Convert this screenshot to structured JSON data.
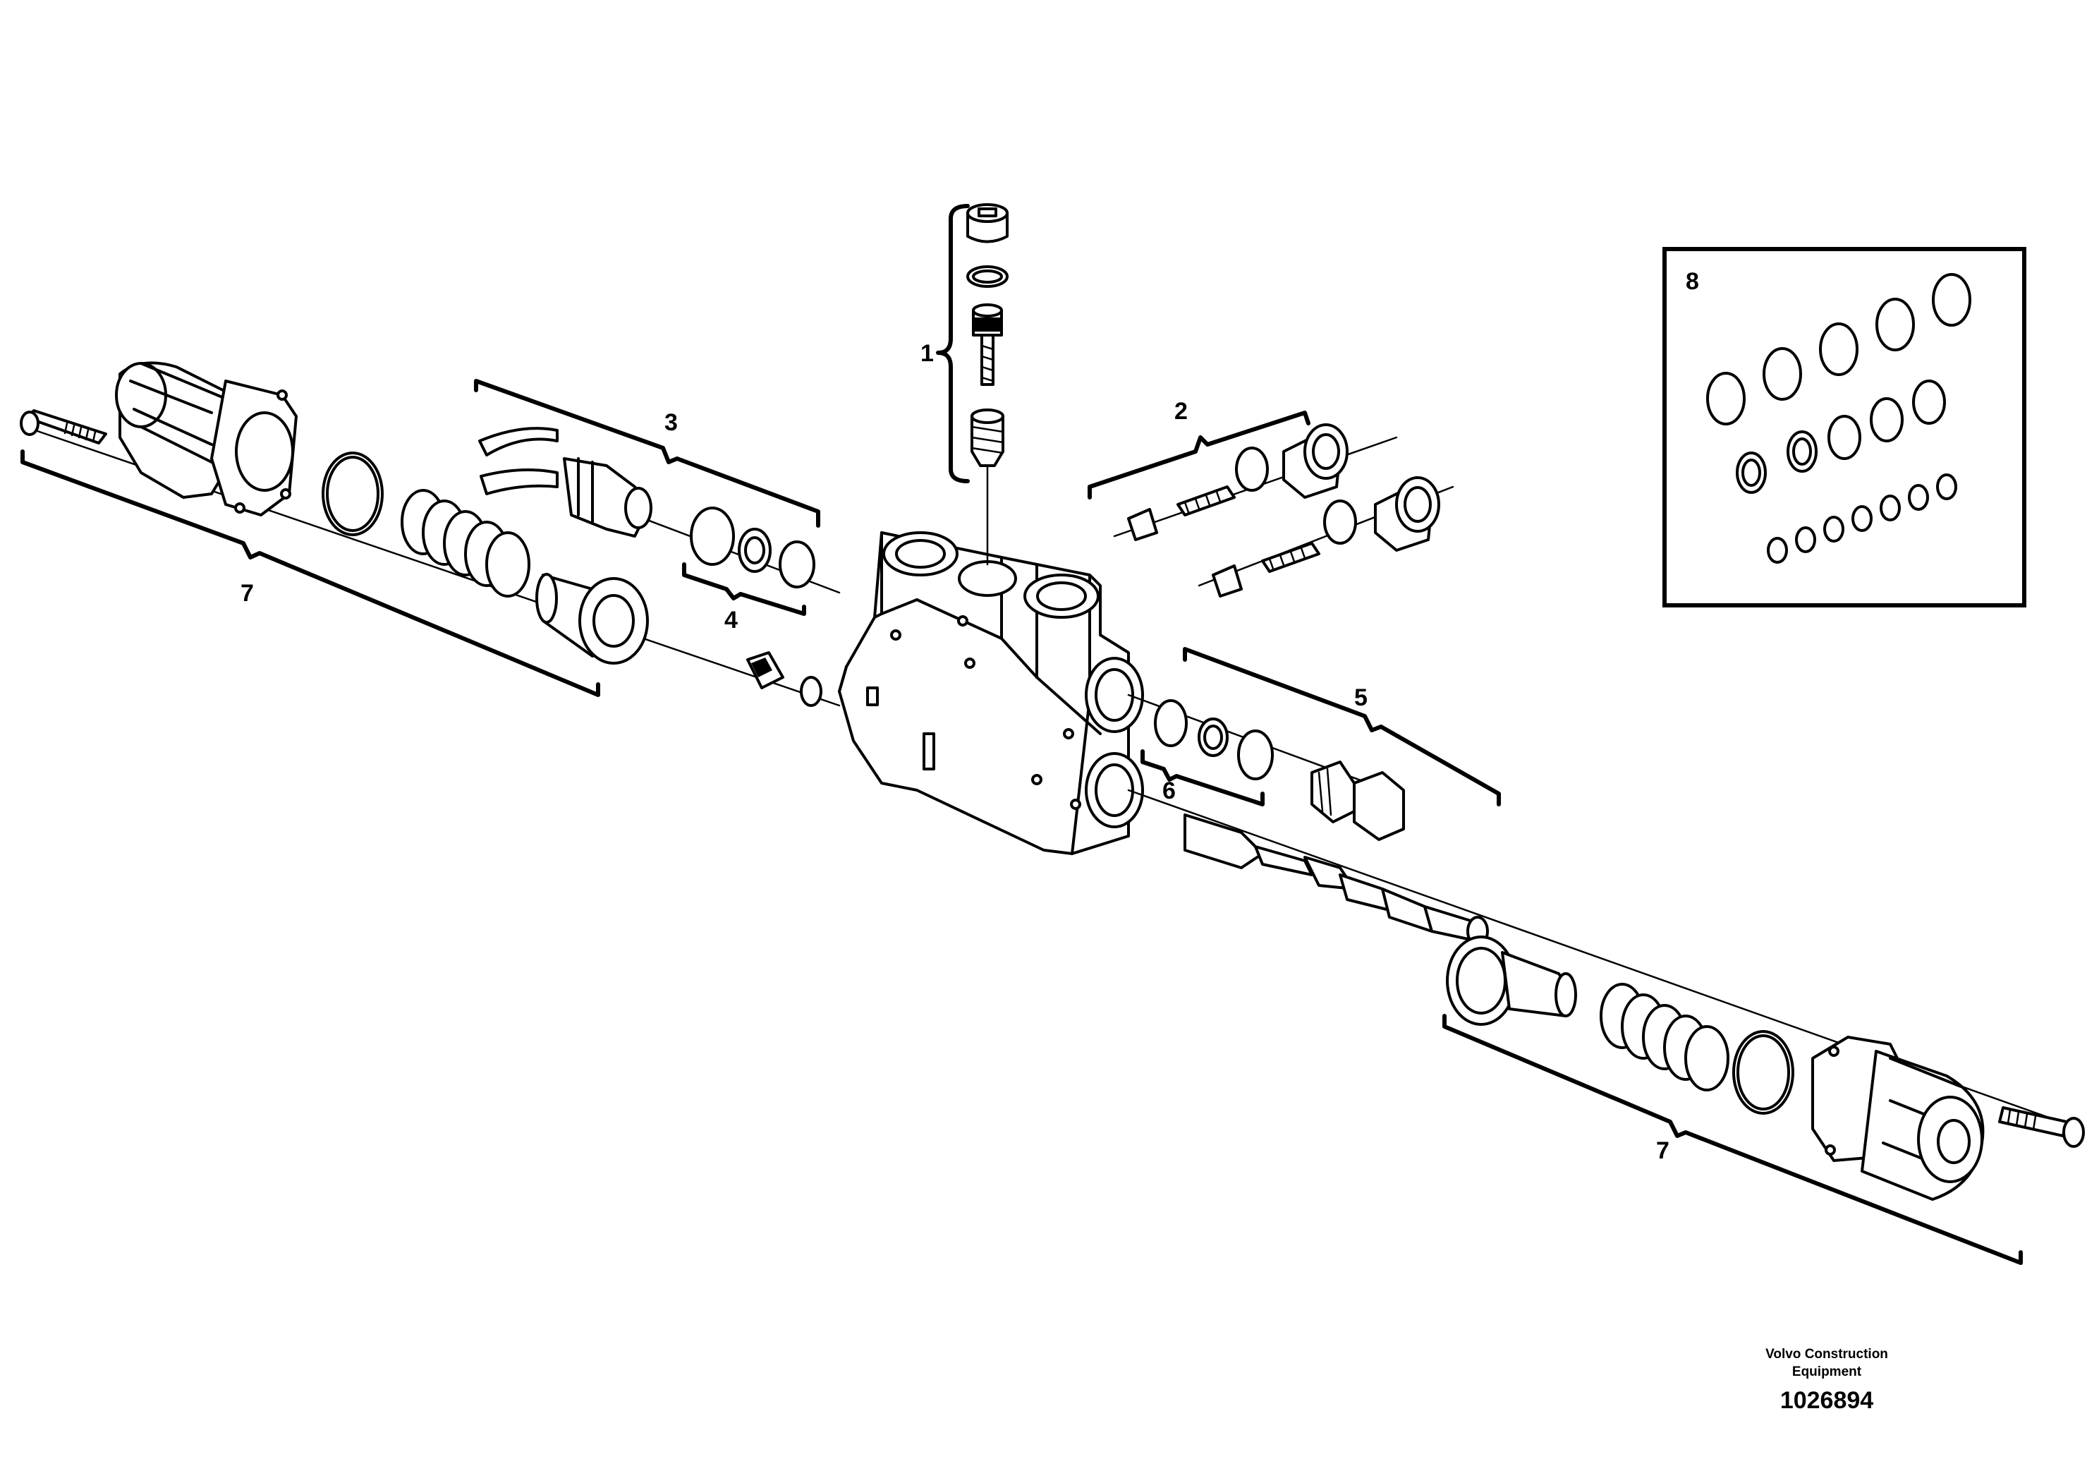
{
  "callouts": [
    {
      "id": "1",
      "label": "1"
    },
    {
      "id": "2",
      "label": "2"
    },
    {
      "id": "3",
      "label": "3"
    },
    {
      "id": "4",
      "label": "4"
    },
    {
      "id": "5",
      "label": "5"
    },
    {
      "id": "6",
      "label": "6"
    },
    {
      "id": "7a",
      "label": "7"
    },
    {
      "id": "7b",
      "label": "7"
    },
    {
      "id": "8",
      "label": "8"
    }
  ],
  "footer": {
    "brand_line1": "Volvo Construction",
    "brand_line2": "Equipment",
    "drawing_number": "1026894"
  }
}
